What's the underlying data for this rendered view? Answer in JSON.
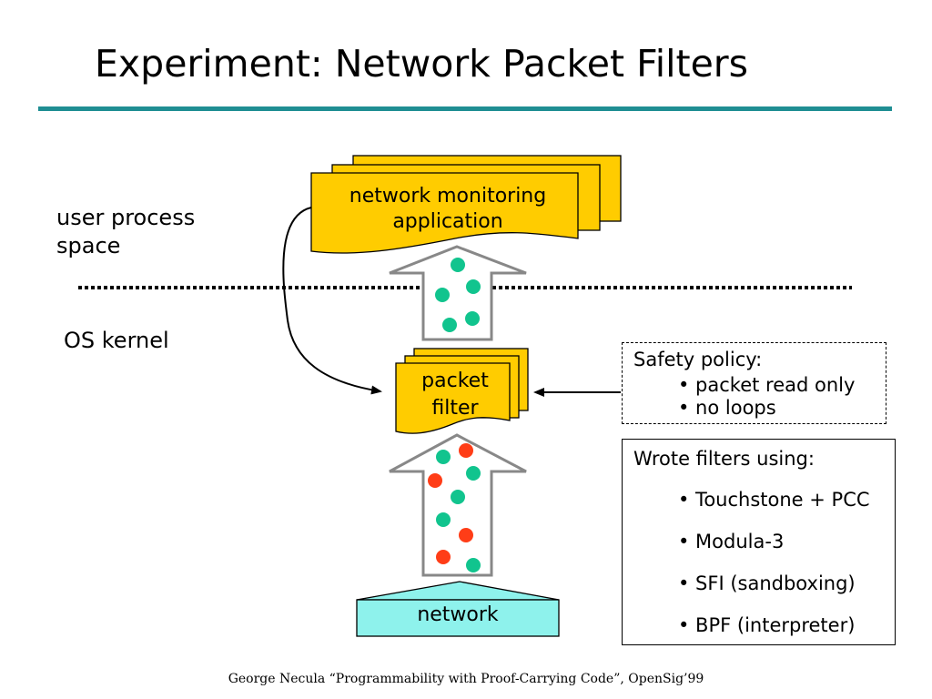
{
  "title": "Experiment: Network Packet Filters",
  "labels": {
    "user_space_line1": "user process",
    "user_space_line2": "space",
    "os_kernel": "OS kernel"
  },
  "app_box": {
    "line1": "network monitoring",
    "line2": "application"
  },
  "filter_box": {
    "line1": "packet",
    "line2": "filter"
  },
  "network_box": {
    "label": "network"
  },
  "safety_policy": {
    "heading": "Safety policy:",
    "items": [
      "• packet read only",
      "• no loops"
    ]
  },
  "filters_box": {
    "heading": "Wrote filters using:",
    "items": [
      "• Touchstone + PCC",
      "• Modula-3",
      "• SFI (sandboxing)",
      "• BPF (interpreter)"
    ]
  },
  "footer": "George Necula “Programmability with Proof-Carrying Code”, OpenSig’99",
  "colors": {
    "accent_rule": "#1f8e93",
    "document_fill": "#ffcc00",
    "network_fill": "#8ef2ec",
    "packet_good": "#11c48e",
    "packet_bad": "#ff3d17"
  }
}
